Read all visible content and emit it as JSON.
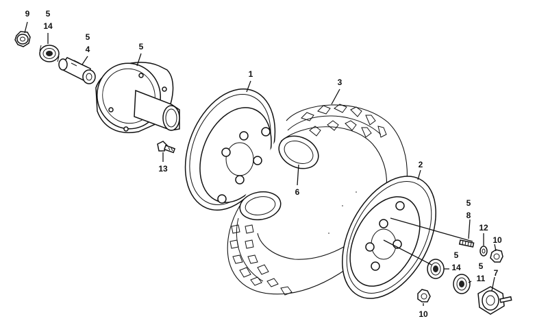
{
  "diagram": {
    "labels": [
      {
        "key": "n9",
        "text": "9"
      },
      {
        "key": "n5a",
        "text": "5"
      },
      {
        "key": "n14a",
        "text": "14"
      },
      {
        "key": "n5b",
        "text": "5"
      },
      {
        "key": "n4",
        "text": "4"
      },
      {
        "key": "n5c",
        "text": "5"
      },
      {
        "key": "n1",
        "text": "1"
      },
      {
        "key": "n3",
        "text": "3"
      },
      {
        "key": "n13",
        "text": "13"
      },
      {
        "key": "n6",
        "text": "6"
      },
      {
        "key": "n2",
        "text": "2"
      },
      {
        "key": "n5d",
        "text": "5"
      },
      {
        "key": "n8",
        "text": "8"
      },
      {
        "key": "n12",
        "text": "12"
      },
      {
        "key": "n10a",
        "text": "10"
      },
      {
        "key": "n5e",
        "text": "5"
      },
      {
        "key": "n14b",
        "text": "14"
      },
      {
        "key": "n5f",
        "text": "5"
      },
      {
        "key": "n11",
        "text": "11"
      },
      {
        "key": "n7",
        "text": "7"
      },
      {
        "key": "n10b",
        "text": "10"
      }
    ]
  }
}
